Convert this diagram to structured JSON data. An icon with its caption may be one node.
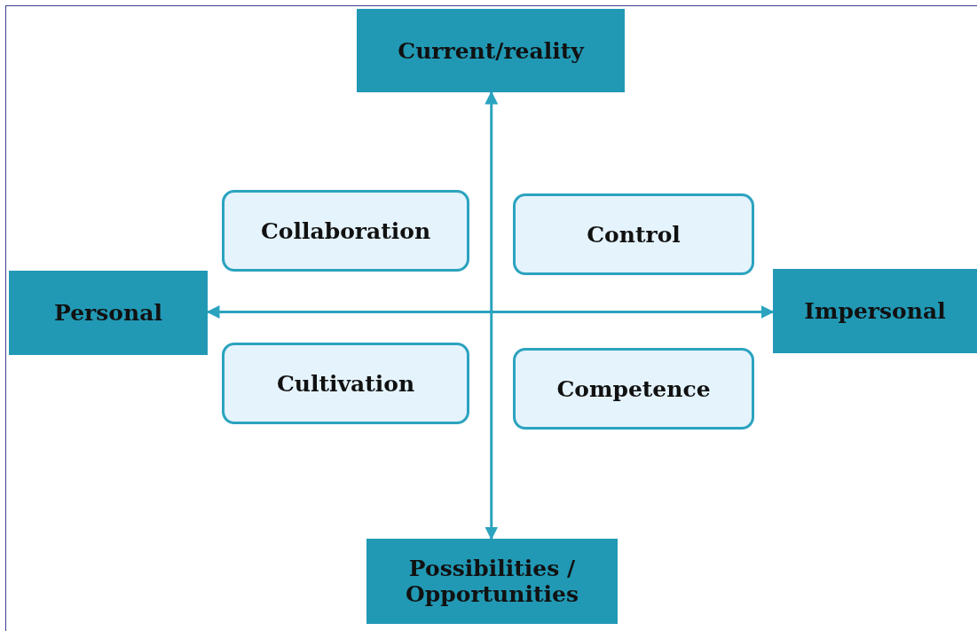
{
  "diagram": {
    "nodes": [
      {
        "text": [
          "Current/reality"
        ]
      },
      {
        "text": [
          "Collaboration"
        ]
      },
      {
        "text": [
          "Control"
        ]
      },
      {
        "text": [
          "Personal"
        ]
      },
      {
        "text": [
          "Impersonal"
        ]
      },
      {
        "text": [
          "Cultivation"
        ]
      },
      {
        "text": [
          "Competence"
        ]
      },
      {
        "text": [
          "Possibilities / Opportunities"
        ]
      }
    ],
    "edges": [
      {
        "from": 0,
        "to": 7,
        "arrow": "both"
      },
      {
        "from": 3,
        "to": 4,
        "arrow": "both"
      }
    ]
  }
}
